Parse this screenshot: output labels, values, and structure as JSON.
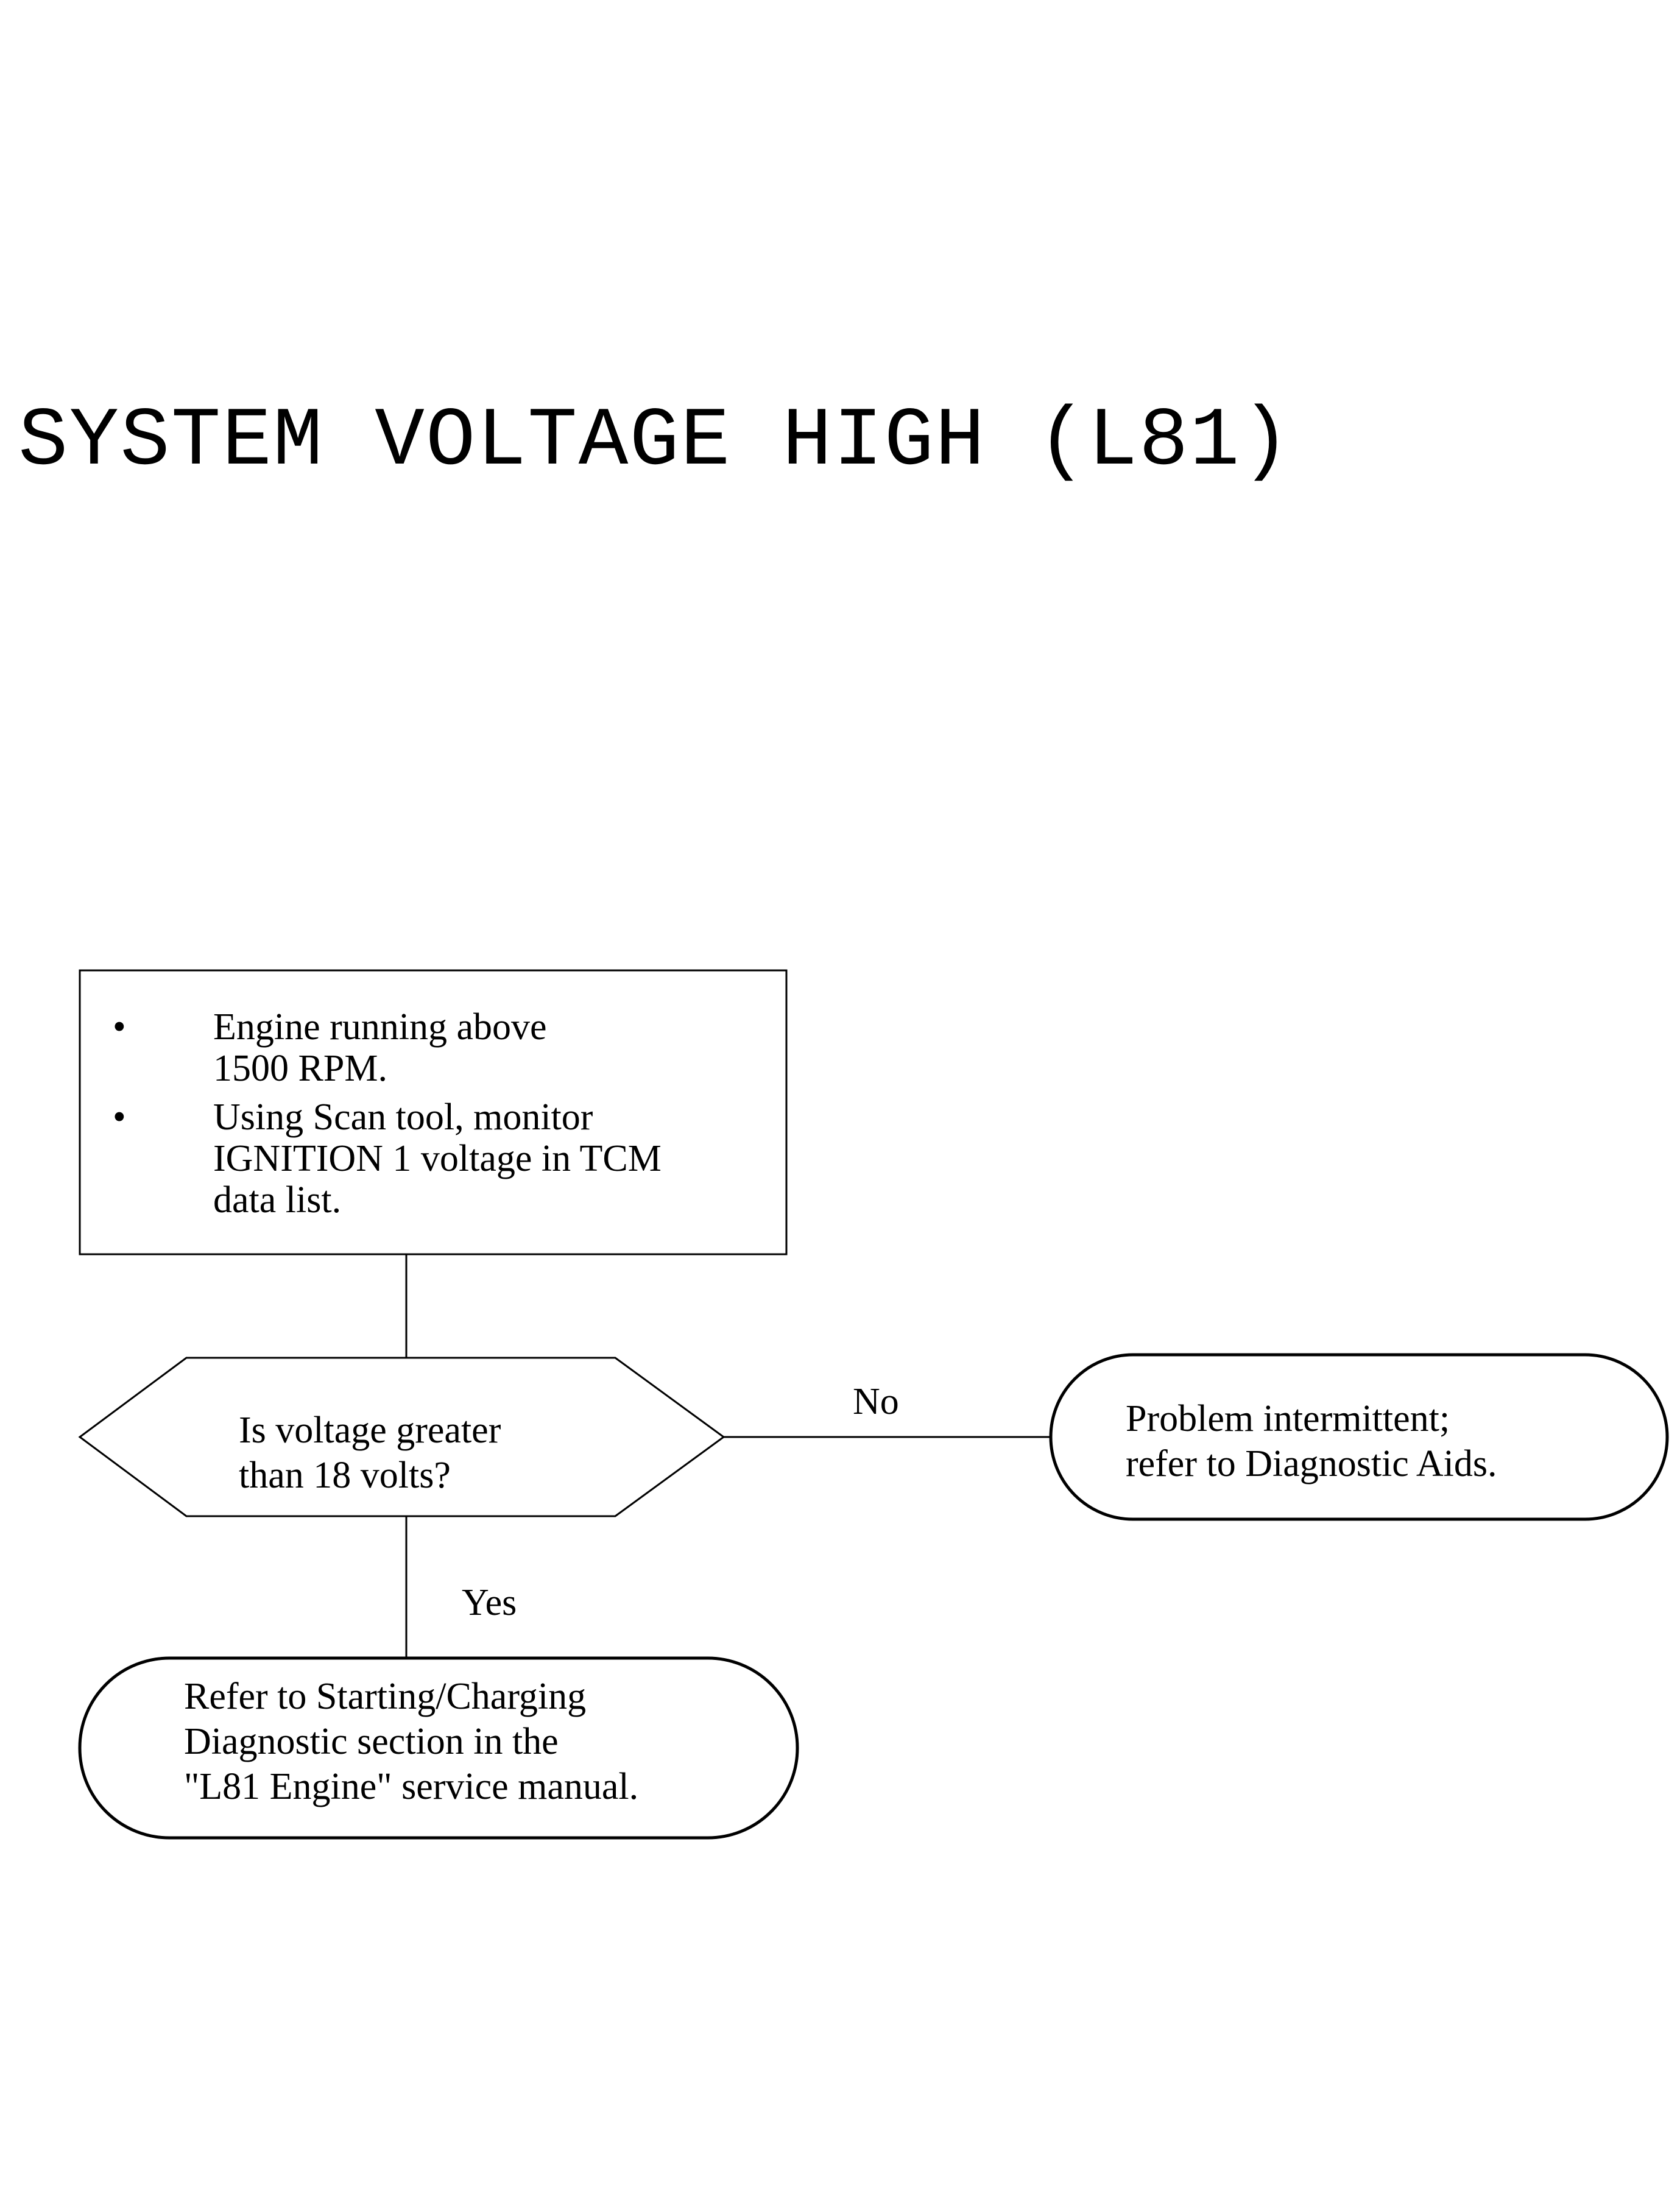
{
  "title": "SYSTEM VOLTAGE HIGH (L81)",
  "flowchart": {
    "start_box": {
      "bullet_symbol": "•",
      "steps": [
        "Engine running above\n1500 RPM.",
        "Using Scan tool, monitor\nIGNITION 1 voltage in TCM\ndata list."
      ]
    },
    "decision": {
      "text": "Is voltage  greater\nthan 18 volts?"
    },
    "edge_no_label": "No",
    "edge_yes_label": "Yes",
    "no_result": {
      "text": "Problem intermittent;\nrefer to Diagnostic Aids."
    },
    "yes_result": {
      "text": "Refer to Starting/Charging\nDiagnostic section in the\n\"L81 Engine\" service manual."
    }
  }
}
